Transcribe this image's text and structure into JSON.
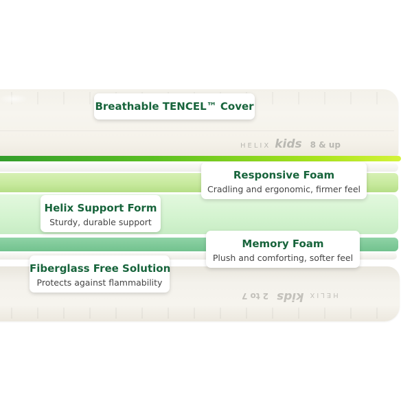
{
  "callouts": {
    "cover": {
      "title": "Breathable TENCEL™ Cover"
    },
    "responsive": {
      "title": "Responsive Foam",
      "subtitle": "Cradling and ergonomic, firmer feel"
    },
    "support": {
      "title": "Helix Support Form",
      "subtitle": "Sturdy, durable support"
    },
    "memory": {
      "title": "Memory Foam",
      "subtitle": "Plush and comforting, softer feel"
    },
    "fiberglass": {
      "title": "Fiberglass Free Solution",
      "subtitle": "Protects against flammability"
    }
  },
  "brand_top": {
    "helix": "HELIX",
    "kids": "kids",
    "age": "8 & up"
  },
  "brand_bottom": {
    "helix": "HELIX",
    "kids": "kids",
    "age": "2 to 7"
  },
  "colors": {
    "label_title": "#17643b",
    "green_edge": "#5abf22",
    "responsive_foam": "#c6e99c",
    "support_foam": "#d3f3cf",
    "memory_foam": "#72c28e",
    "cover": "#f5f2ea"
  }
}
